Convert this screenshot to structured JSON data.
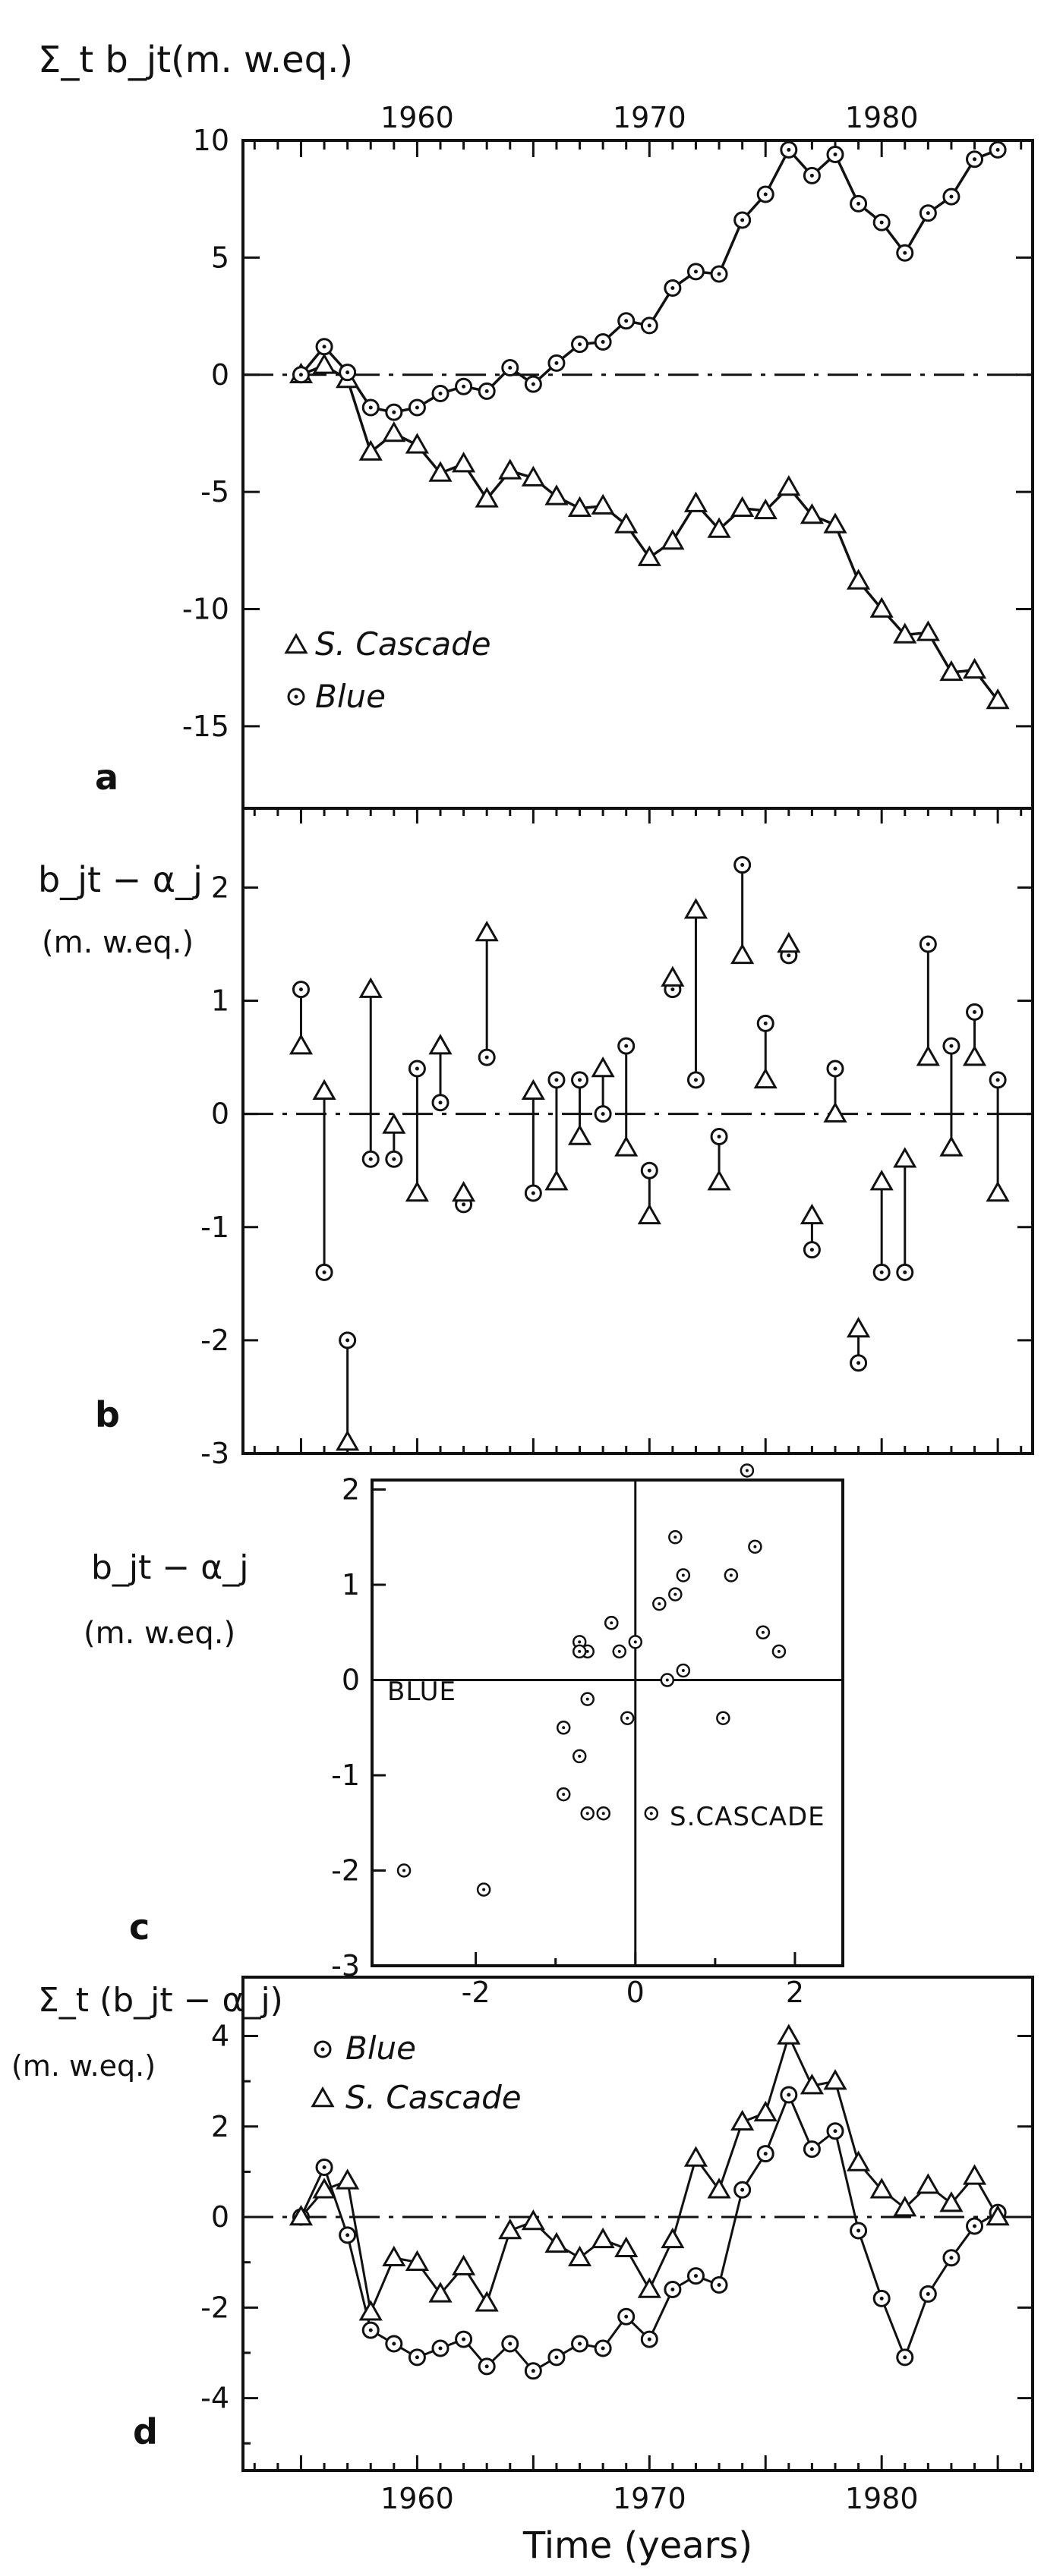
{
  "chart_data": [
    {
      "type": "line",
      "panel": "a",
      "title": "",
      "ylabel": "Σ_t b_jt(m. w.eq.)",
      "xlabel": "",
      "xlim": [
        1952.5,
        1986.5
      ],
      "ylim": [
        -18.5,
        10
      ],
      "x_ticklabels": [
        "1960",
        "1970",
        "1980"
      ],
      "y_ticklabels": [
        "10",
        "5",
        "0",
        "-5",
        "-10",
        "-15"
      ],
      "x": [
        1955,
        1956,
        1957,
        1958,
        1959,
        1960,
        1961,
        1962,
        1963,
        1964,
        1965,
        1966,
        1967,
        1968,
        1969,
        1970,
        1971,
        1972,
        1973,
        1974,
        1975,
        1976,
        1977,
        1978,
        1979,
        1980,
        1981,
        1982,
        1983,
        1984,
        1985
      ],
      "series": [
        {
          "name": "S. Cascade",
          "marker": "triangle",
          "values": [
            0.0,
            0.4,
            -0.2,
            -3.3,
            -2.5,
            -3.0,
            -4.2,
            -3.8,
            -5.3,
            -4.1,
            -4.4,
            -5.2,
            -5.7,
            -5.6,
            -6.4,
            -7.8,
            -7.1,
            -5.5,
            -6.6,
            -5.7,
            -5.8,
            -4.8,
            -6.0,
            -6.4,
            -8.8,
            -10.0,
            -11.1,
            -11.0,
            -12.7,
            -12.6,
            -13.9
          ]
        },
        {
          "name": "Blue",
          "marker": "circle",
          "values": [
            0.0,
            1.2,
            0.1,
            -1.4,
            -1.6,
            -1.4,
            -0.8,
            -0.5,
            -0.7,
            0.3,
            -0.4,
            0.5,
            1.3,
            1.4,
            2.3,
            2.1,
            3.7,
            4.4,
            4.3,
            6.6,
            7.7,
            9.6,
            8.5,
            9.4,
            7.3,
            6.5,
            5.2,
            6.9,
            7.6,
            9.2,
            9.6
          ]
        }
      ],
      "zero_line": "dash-dot"
    },
    {
      "type": "scatter",
      "panel": "b",
      "ylabel_line1": "b_jt − α_j",
      "ylabel_line2": "(m. w.eq.)",
      "xlim": [
        1952.5,
        1986.5
      ],
      "ylim": [
        -3,
        2.7
      ],
      "y_ticklabels": [
        "2",
        "1",
        "0",
        "-1",
        "-2",
        "-3"
      ],
      "x": [
        1955,
        1956,
        1957,
        1958,
        1959,
        1960,
        1961,
        1962,
        1963,
        1964,
        1965,
        1966,
        1967,
        1968,
        1969,
        1970,
        1971,
        1972,
        1973,
        1974,
        1975,
        1976,
        1977,
        1978,
        1979,
        1980,
        1981,
        1982,
        1983,
        1984,
        1985
      ],
      "series": [
        {
          "name": "S. Cascade",
          "marker": "triangle",
          "values": [
            0.6,
            0.2,
            -2.9,
            1.1,
            -0.1,
            -0.7,
            0.6,
            -0.7,
            1.6,
            0.2,
            -0.6,
            -0.2,
            0.4,
            -0.3,
            -0.9,
            1.2,
            1.8,
            -0.6,
            1.4,
            0.3,
            1.5,
            -0.9,
            0.0,
            -1.9,
            -0.6,
            -0.4,
            0.5,
            -0.3,
            0.5,
            -0.7
          ]
        },
        {
          "name": "Blue",
          "marker": "circle",
          "values": [
            1.1,
            -1.4,
            -2.0,
            -0.4,
            -0.4,
            0.4,
            0.1,
            -0.8,
            0.5,
            -0.7,
            0.3,
            0.3,
            0.0,
            0.6,
            -0.5,
            1.1,
            0.3,
            -0.2,
            2.2,
            0.8,
            1.4,
            -1.2,
            0.4,
            -2.2,
            -1.4,
            -1.4,
            1.5,
            0.6,
            0.9,
            0.3
          ]
        }
      ],
      "pair_x": [
        1955,
        1956,
        1957,
        1958,
        1959,
        1960,
        1961,
        1962,
        1963,
        1965,
        1966,
        1967,
        1968,
        1969,
        1970,
        1971,
        1972,
        1973,
        1974,
        1975,
        1976,
        1977,
        1978,
        1979,
        1980,
        1981,
        1982,
        1983,
        1984,
        1985
      ],
      "zero_line": "dash-dot"
    },
    {
      "type": "scatter",
      "panel": "c",
      "ylabel_line1": "b_jt − α_j",
      "ylabel_line2": "(m. w.eq.)",
      "xlim": [
        -3.3,
        2.6
      ],
      "ylim": [
        -3,
        2.1
      ],
      "x_ticklabels": [
        "-2",
        "0",
        "2"
      ],
      "y_ticklabels": [
        "2",
        "1",
        "0",
        "-1",
        "-2",
        "-3"
      ],
      "quadrant_labels": [
        "BLUE",
        "S.CASCADE"
      ],
      "x_values": [
        0.6,
        0.2,
        -2.9,
        1.1,
        -0.1,
        -0.7,
        0.6,
        -0.7,
        1.6,
        -0.6,
        -0.2,
        0.4,
        -0.3,
        -0.9,
        1.2,
        1.8,
        -0.6,
        1.4,
        0.3,
        1.5,
        -0.9,
        0.0,
        -1.9,
        -0.6,
        -0.4,
        0.5,
        -0.3,
        0.5,
        -0.7
      ],
      "y_values": [
        1.1,
        -1.4,
        -2.0,
        -0.4,
        -0.4,
        0.4,
        0.1,
        -0.8,
        0.5,
        0.3,
        0.3,
        0.0,
        0.6,
        -0.5,
        1.1,
        0.3,
        -0.2,
        2.2,
        0.8,
        1.4,
        -1.2,
        0.4,
        -2.2,
        -1.4,
        -1.4,
        1.5,
        0.6,
        0.9,
        0.3
      ]
    },
    {
      "type": "line",
      "panel": "d",
      "ylabel_line1": "Σ_t (b_jt − α_j)",
      "ylabel_line2": "(m. w.eq.)",
      "xlabel": "Time  (years)",
      "xlim": [
        1952.5,
        1986.5
      ],
      "ylim": [
        -5.6,
        5.3
      ],
      "x_ticklabels": [
        "1960",
        "1970",
        "1980"
      ],
      "y_ticklabels": [
        "4",
        "2",
        "0",
        "-2",
        "-4"
      ],
      "x": [
        1955,
        1956,
        1957,
        1958,
        1959,
        1960,
        1961,
        1962,
        1963,
        1964,
        1965,
        1966,
        1967,
        1968,
        1969,
        1970,
        1971,
        1972,
        1973,
        1974,
        1975,
        1976,
        1977,
        1978,
        1979,
        1980,
        1981,
        1982,
        1983,
        1984,
        1985
      ],
      "series": [
        {
          "name": "Blue",
          "marker": "circle",
          "values": [
            0.0,
            1.1,
            -0.4,
            -2.5,
            -2.8,
            -3.1,
            -2.9,
            -2.7,
            -3.3,
            -2.8,
            -3.4,
            -3.1,
            -2.8,
            -2.9,
            -2.2,
            -2.7,
            -1.6,
            -1.3,
            -1.5,
            0.6,
            1.4,
            2.7,
            1.5,
            1.9,
            -0.3,
            -1.8,
            -3.1,
            -1.7,
            -0.9,
            -0.2,
            0.1
          ]
        },
        {
          "name": "S. Cascade",
          "marker": "triangle",
          "values": [
            0.0,
            0.6,
            0.8,
            -2.1,
            -0.9,
            -1.0,
            -1.7,
            -1.1,
            -1.9,
            -0.3,
            -0.1,
            -0.6,
            -0.9,
            -0.5,
            -0.7,
            -1.6,
            -0.5,
            1.3,
            0.6,
            2.1,
            2.3,
            4.0,
            2.9,
            3.0,
            1.2,
            0.6,
            0.2,
            0.7,
            0.3,
            0.9,
            0.0
          ]
        }
      ],
      "zero_line": "dash-dot"
    }
  ]
}
